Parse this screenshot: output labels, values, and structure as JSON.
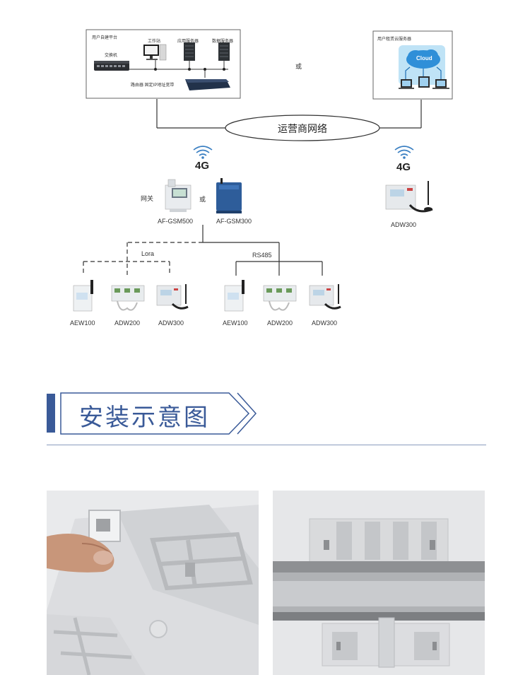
{
  "topology": {
    "private_platform_label": "用户自建平台",
    "workstation_label": "工作站",
    "app_server_label": "应用服务器",
    "db_server_label": "数据服务器",
    "switch_label": "交换机",
    "router_label": "路由器 固定IP地址宽带",
    "or_top": "或",
    "cloud_platform_label": "用户租赁云服务器",
    "cloud_text": "Cloud",
    "carrier_network": "运营商网络",
    "signal_left": "4G",
    "signal_right": "4G",
    "gateway_label": "网关",
    "or_gateway": "或",
    "gw1": "AF-GSM500",
    "gw2": "AF-GSM300",
    "right_meter": "ADW300",
    "lora_label": "Lora",
    "rs485_label": "RS485",
    "lora_devices": [
      "AEW100",
      "ADW200",
      "ADW300"
    ],
    "rs485_devices": [
      "AEW100",
      "ADW200",
      "ADW300"
    ]
  },
  "section": {
    "title": "安装示意图"
  },
  "colors": {
    "accent": "#3a5a98",
    "divider": "#8a9bbd",
    "line": "#333333"
  }
}
